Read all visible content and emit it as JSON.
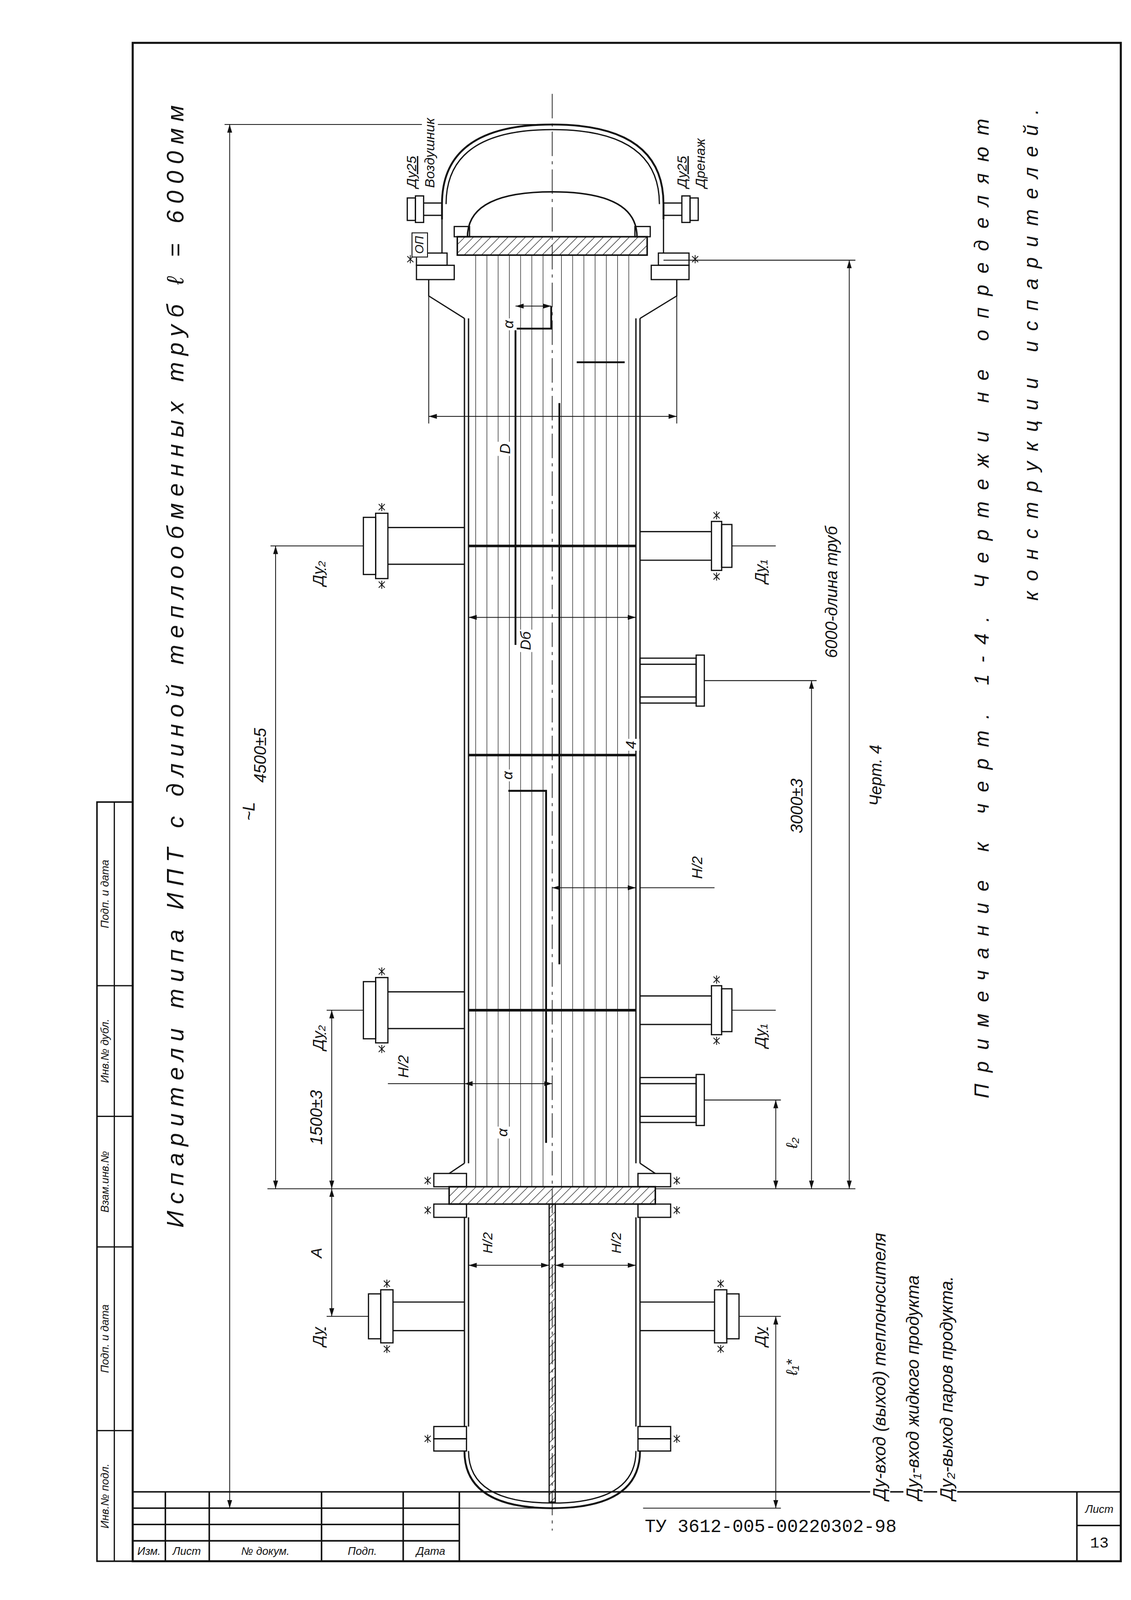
{
  "diagram": {
    "title": "Испарители типа ИПТ с длиной теплообменных труб ℓ = 6000мм",
    "nodes": [
      {
        "text": [
          "ОП"
        ]
      }
    ],
    "labels": [
      "Ду25",
      "Воздушник",
      "Ду25",
      "Дренаж",
      "α",
      "D",
      "Ду₂",
      "Ду₁",
      "Dб",
      "4",
      "α",
      "3000±3",
      "4500±5",
      "~L",
      "Н/2",
      "Ду₂",
      "Ду₁",
      "Н/2",
      "α",
      "1500±3",
      "ℓ₂",
      "А",
      "Н/2",
      "Н/2",
      "Ду",
      "Ду",
      "ℓ₁*",
      "6000-длина труб",
      "Черт. 4",
      "Примечание к черт. 1-4. Чертежи не определяют",
      "конструкции испарителей.",
      "Ду-вход (выход) теплоносителя",
      "Ду₁-вход жидкого продукта",
      "Ду₂-выход паров продукта.",
      "Инв.№ подл.",
      "Подп. и дата",
      "Взам.инв.№",
      "Инв.№ дубл.",
      "Подп. и дата",
      "Изм.",
      "Лист",
      "№ докум.",
      "Подп.",
      "Дата",
      "ТУ 3612-005-00220302-98",
      "Лист",
      "13"
    ]
  }
}
